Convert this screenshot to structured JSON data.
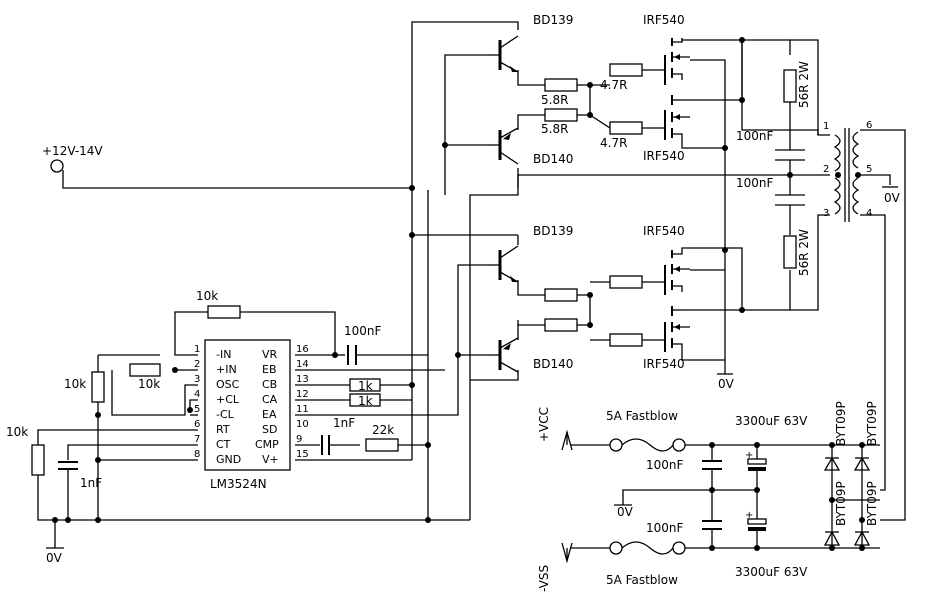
{
  "labels": {
    "q1": "BD139",
    "q2": "BD140",
    "q3": "BD139",
    "q4": "BD140",
    "m1": "IRF540",
    "m2": "IRF540",
    "m3": "IRF540",
    "m4": "IRF540",
    "r_base1": "5.8R",
    "r_base2": "5.8R",
    "r_gate1": "4.7R",
    "r_gate2": "4.7R",
    "r_snub1": "56R 2W",
    "r_snub2": "56R 2W",
    "c_out1": "100nF",
    "c_out2": "100nF",
    "supply": "+12V-14V",
    "zero_v": "0V",
    "r_fb": "10k",
    "r_in": "10k",
    "r_bias": "10k",
    "r_rt": "10k",
    "c_fb": "100nF",
    "c_ct": "1nF",
    "c_comp": "1nF",
    "r_ea": "1k",
    "r_cb": "1k",
    "r_comp": "22k",
    "ic_name": "LM3524N",
    "vcc": "+VCC",
    "vss": "-VSS",
    "fuse": "5A Fastblow",
    "c_bulk": "3300uF 63V",
    "c_hf": "100nF",
    "diode": "BYT09P"
  },
  "ic_left_pins": [
    {
      "num": "1",
      "name": "-IN"
    },
    {
      "num": "2",
      "name": "+IN"
    },
    {
      "num": "3",
      "name": "OSC"
    },
    {
      "num": "4",
      "name": "+CL"
    },
    {
      "num": "5",
      "name": "-CL"
    },
    {
      "num": "6",
      "name": "RT"
    },
    {
      "num": "7",
      "name": "CT"
    },
    {
      "num": "8",
      "name": "GND"
    }
  ],
  "ic_right_pins": [
    {
      "num": "16",
      "name": "VR"
    },
    {
      "num": "14",
      "name": "EB"
    },
    {
      "num": "13",
      "name": "CB"
    },
    {
      "num": "12",
      "name": "CA"
    },
    {
      "num": "11",
      "name": "EA"
    },
    {
      "num": "10",
      "name": "SD"
    },
    {
      "num": "9",
      "name": "CMP"
    },
    {
      "num": "15",
      "name": "V+"
    }
  ],
  "transformer_pins": [
    "1",
    "2",
    "3",
    "4",
    "5",
    "6"
  ]
}
